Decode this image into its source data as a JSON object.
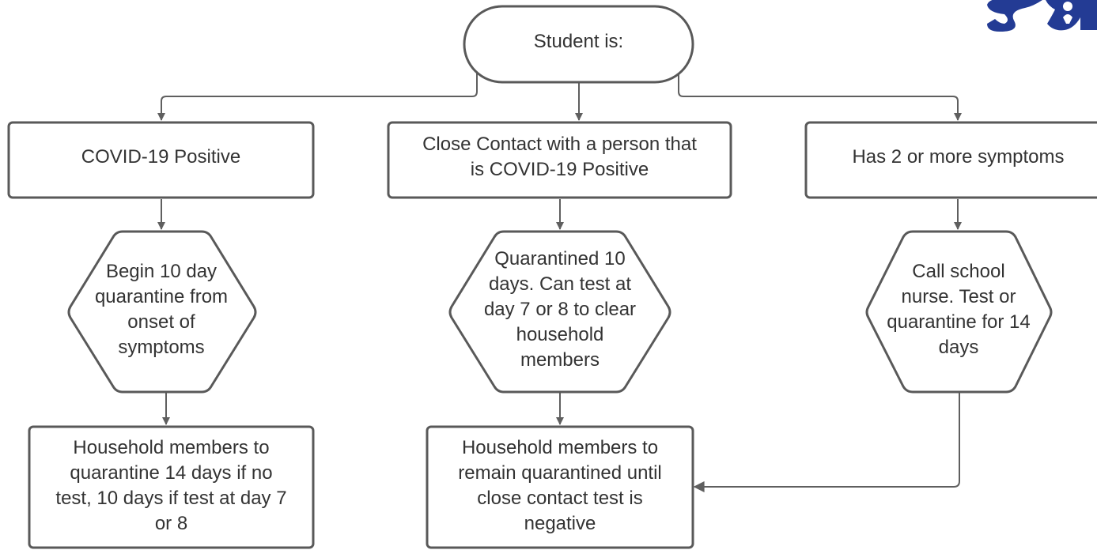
{
  "colors": {
    "stroke": "#595959",
    "connector": "#5f5f5f",
    "text": "#333333",
    "logo": "#233b94"
  },
  "nodes": {
    "start": "Student is:",
    "positive": "COVID-19 Positive",
    "close_contact": "Close Contact with a person that\nis COVID-19 Positive",
    "symptoms": "Has 2 or more symptoms",
    "positive_step": "Begin 10 day\nquarantine from\nonset of\nsymptoms",
    "close_contact_step": "Quarantined 10\ndays. Can test at\nday 7 or 8 to clear\nhousehold\nmembers",
    "symptoms_step": "Call school\nnurse. Test or\nquarantine for 14\ndays",
    "positive_household": "Household members to\nquarantine 14 days if no\ntest, 10 days if test at day 7\nor 8",
    "close_contact_household": "Household members to\nremain quarantined until\nclose contact test is\nnegative"
  },
  "logo_icon": "school-logo-icon"
}
